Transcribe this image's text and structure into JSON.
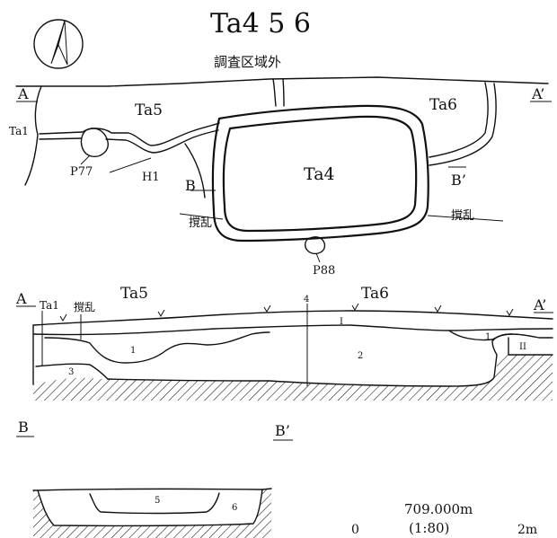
{
  "title": "Ta4 5 6",
  "plan": {
    "outside_note": "調査区域外",
    "section_a_left": "A",
    "section_a_right": "A’",
    "section_b_left": "B",
    "section_b_right": "B’",
    "ta1": "Ta1",
    "ta5": "Ta5",
    "ta6": "Ta6",
    "ta4": "Ta4",
    "h1": "H1",
    "p77": "P77",
    "p88": "P88",
    "disturbance_left": "撹乱",
    "disturbance_right": "撹乱"
  },
  "section_aa": {
    "left": "A",
    "right": "A’",
    "ta1": "Ta1",
    "disturbance": "撹乱",
    "ta5": "Ta5",
    "ta6": "Ta6",
    "marker_4": "4",
    "layer_I": "I",
    "layer_1_left": "1",
    "layer_1_right": "1",
    "layer_2": "2",
    "layer_3": "3",
    "layer_II": "II"
  },
  "section_bb": {
    "left": "B",
    "right": "B’",
    "layer_5": "5",
    "layer_6": "6"
  },
  "scale": {
    "elevation": "709.000m",
    "ratio": "(1:80)",
    "zero": "0",
    "max": "2m"
  }
}
